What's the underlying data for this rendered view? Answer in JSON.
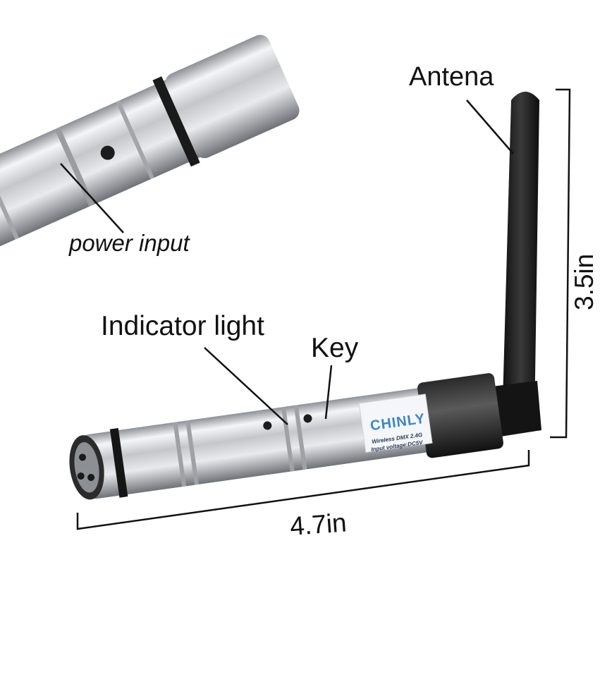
{
  "labels": {
    "antenna": "Antena",
    "power_input": "power input",
    "indicator_light": "Indicator light",
    "key": "Key",
    "width": "4.7in",
    "height": "3.5in"
  },
  "product_label": {
    "brand": "CHINLY",
    "line1": "Wireless DMX 2.4G",
    "line2": "Input voltage:DC5V"
  },
  "colors": {
    "metal": "#c9cbcf",
    "antenna": "#1b1b1b",
    "text": "#111111",
    "brand": "#3e86c6"
  }
}
